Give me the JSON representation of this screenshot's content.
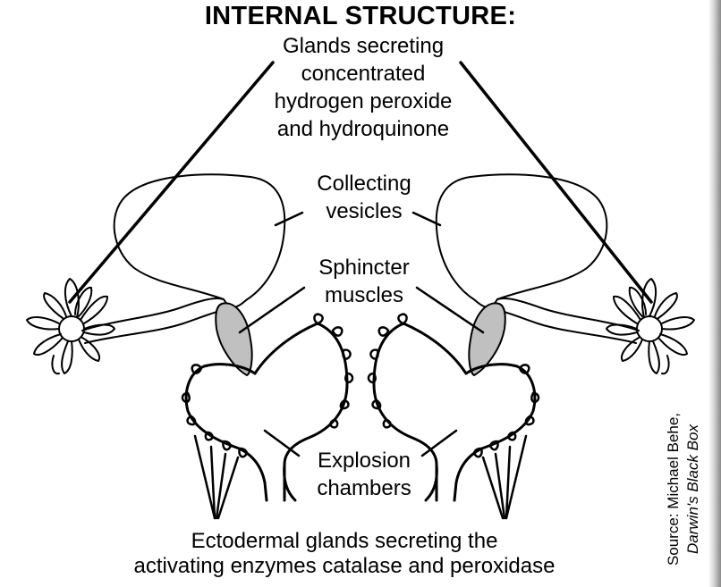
{
  "title": "INTERNAL STRUCTURE:",
  "labels": {
    "glands": [
      "Glands secreting",
      "concentrated",
      "hydrogen peroxide",
      "and hydroquinone"
    ],
    "collecting": [
      "Collecting",
      "vesicles"
    ],
    "sphincter": [
      "Sphincter",
      "muscles"
    ],
    "explosion": [
      "Explosion",
      "chambers"
    ],
    "ectodermal": [
      "Ectodermal glands secreting the",
      "activating enzymes catalase and peroxidase"
    ]
  },
  "source": {
    "line1": "Source: Michael Behe,",
    "line2": "Darwin's Black Box"
  },
  "colors": {
    "sphincter_fill": "#c0c0c0",
    "line": "#000000"
  }
}
